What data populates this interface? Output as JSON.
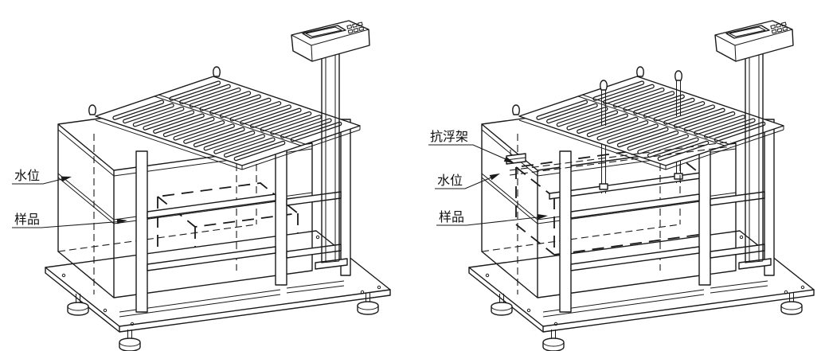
{
  "diagram": {
    "colors": {
      "background": "#ffffff",
      "line": "#1a1a1a"
    },
    "figures": [
      {
        "labels": {
          "water_level": "水位",
          "sample": "样品"
        }
      },
      {
        "labels": {
          "anti_float_frame": "抗浮架",
          "water_level": "水位",
          "sample": "样品"
        }
      }
    ]
  }
}
